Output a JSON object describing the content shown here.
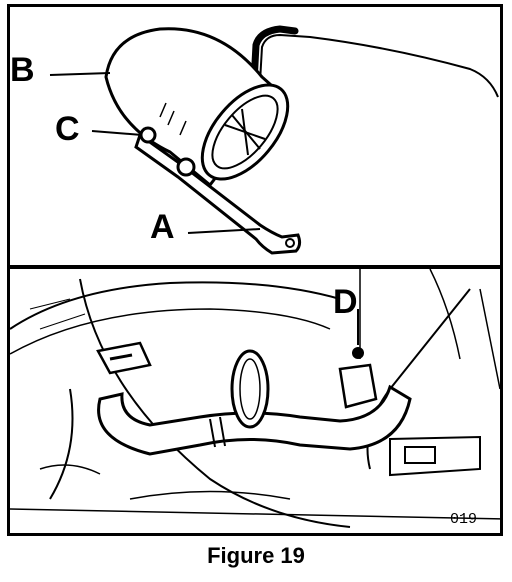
{
  "callouts": {
    "a": "A",
    "b": "B",
    "c": "C",
    "d": "D"
  },
  "plate_number": "019",
  "caption": "Figure 19"
}
